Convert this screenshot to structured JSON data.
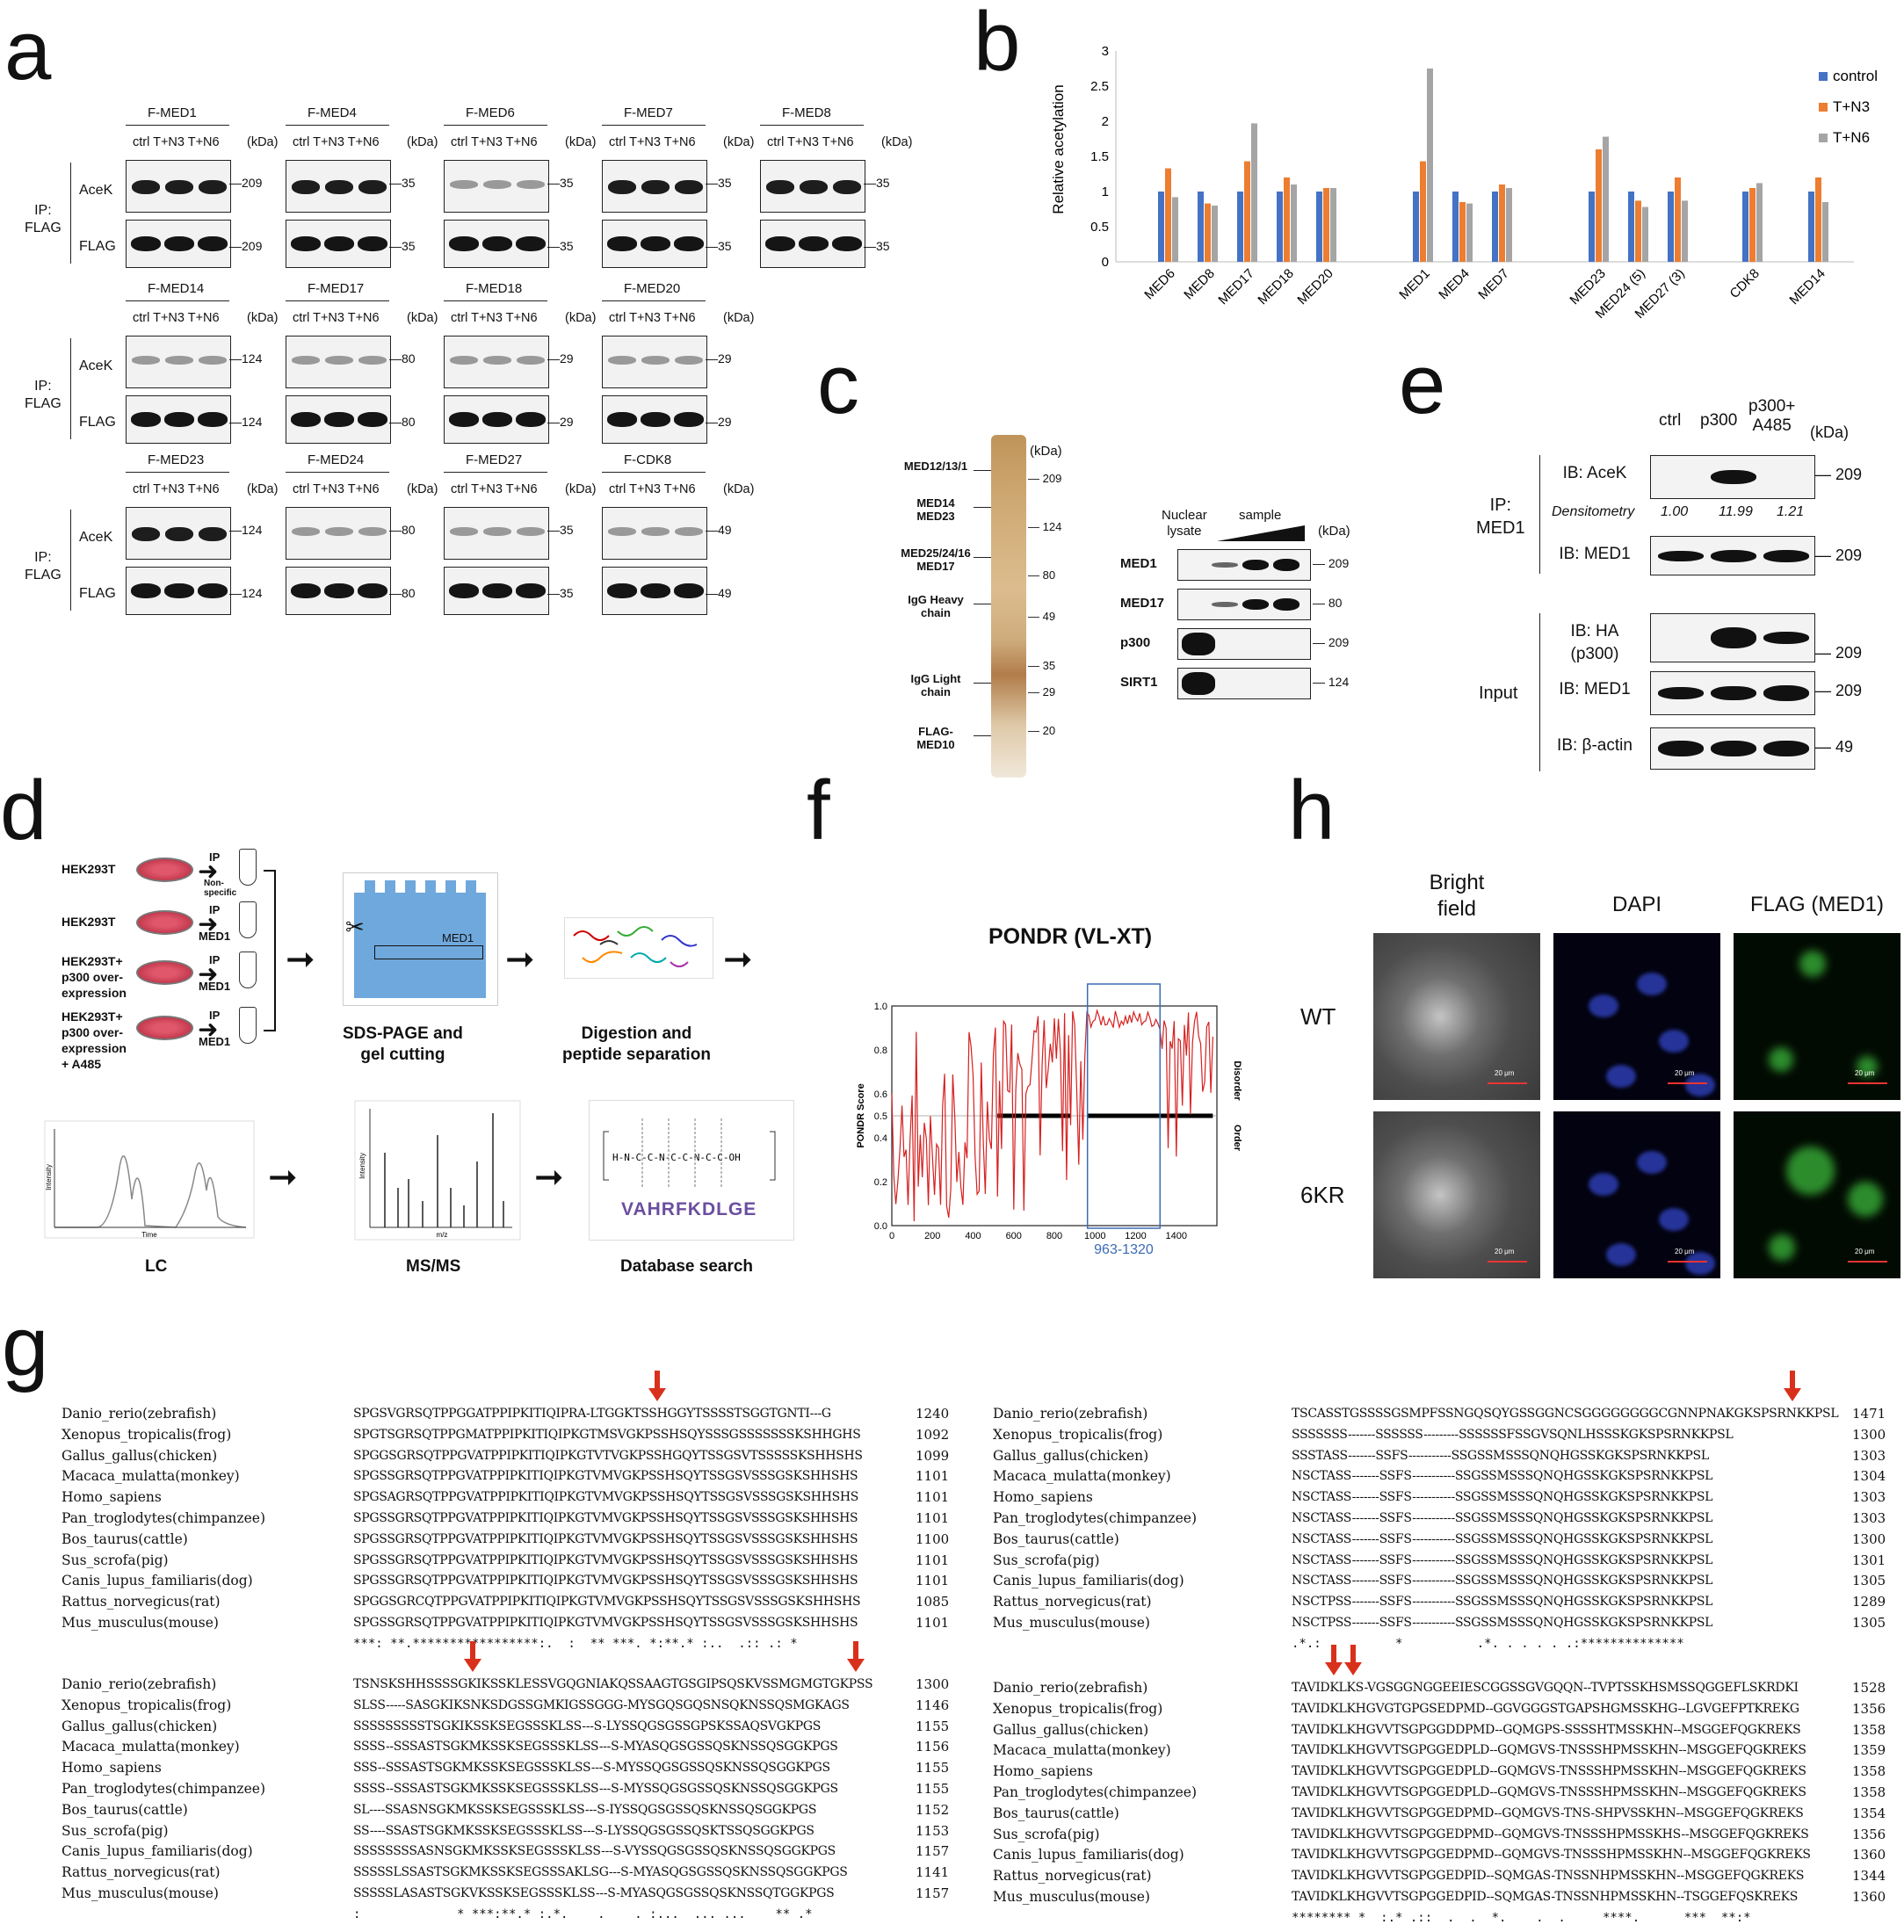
{
  "panels": {
    "a": "a",
    "b": "b",
    "c": "c",
    "d": "d",
    "e": "e",
    "f": "f",
    "g": "g",
    "h": "h"
  },
  "panel_a": {
    "lane_labels": "ctrl T+N3 T+N6",
    "kda": "(kDa)",
    "ip_label": "IP:\nFLAG",
    "row_labels": {
      "acek": "AceK",
      "flag": "FLAG"
    },
    "row1": [
      {
        "title": "F-MED1",
        "m1": "209",
        "m2": "209"
      },
      {
        "title": "F-MED4",
        "m1": "35",
        "m2": "35"
      },
      {
        "title": "F-MED6",
        "m1": "35",
        "m2": "35"
      },
      {
        "title": "F-MED7",
        "m1": "35",
        "m2": "35"
      },
      {
        "title": "F-MED8",
        "m1": "35",
        "m2": "35"
      }
    ],
    "row2": [
      {
        "title": "F-MED14",
        "m1": "124",
        "m2": "124"
      },
      {
        "title": "F-MED17",
        "m1": "80",
        "m2": "80"
      },
      {
        "title": "F-MED18",
        "m1": "29",
        "m2": "29"
      },
      {
        "title": "F-MED20",
        "m1": "29",
        "m2": "29"
      }
    ],
    "row3": [
      {
        "title": "F-MED23",
        "m1": "124",
        "m2": "124"
      },
      {
        "title": "F-MED24",
        "m1": "80",
        "m2": "80"
      },
      {
        "title": "F-MED27",
        "m1": "35",
        "m2": "35"
      },
      {
        "title": "F-CDK8",
        "m1": "49",
        "m2": "49"
      }
    ]
  },
  "chart_data": {
    "type": "bar",
    "categories": [
      "MED6",
      "MED8",
      "MED17",
      "MED18",
      "MED20",
      "MED1",
      "MED4",
      "MED7",
      "MED23",
      "MED24 (5)",
      "MED27 (3)",
      "CDK8",
      "MED14"
    ],
    "series": [
      {
        "name": "control",
        "color": "#4472c4",
        "values": [
          1,
          1,
          1,
          1,
          1,
          1,
          1,
          1,
          1,
          1,
          1,
          1,
          1
        ]
      },
      {
        "name": "T+N3",
        "color": "#ed7d31",
        "values": [
          1.33,
          0.83,
          1.43,
          1.2,
          1.05,
          1.43,
          0.85,
          1.1,
          1.6,
          0.87,
          1.2,
          1.05,
          1.2
        ]
      },
      {
        "name": "T+N6",
        "color": "#a5a5a5",
        "values": [
          0.92,
          0.8,
          1.97,
          1.1,
          1.05,
          2.75,
          0.83,
          1.05,
          1.78,
          0.78,
          0.87,
          1.12,
          0.85
        ]
      }
    ],
    "ylabel": "Relative acetylation",
    "ylim": [
      0,
      3
    ],
    "yticks": [
      "0",
      "0.5",
      "1",
      "1.5",
      "2",
      "2.5",
      "3"
    ],
    "legend_position": "right"
  },
  "panel_c": {
    "kda": "(kDa)",
    "left_labels": [
      "MED12/13/1",
      "MED14\nMED23",
      "MED25/24/16\nMED17",
      "IgG Heavy\nchain",
      "IgG Light\nchain",
      "FLAG-\nMED10"
    ],
    "markers": [
      "209",
      "124",
      "80",
      "49",
      "35",
      "29",
      "20"
    ],
    "wb_header": {
      "nuclear": "Nuclear\nlysate",
      "sample": "sample",
      "kda": "(kDa)"
    },
    "wb_rows": [
      {
        "label": "MED1",
        "marker": "209"
      },
      {
        "label": "MED17",
        "marker": "80"
      },
      {
        "label": "p300",
        "marker": "209"
      },
      {
        "label": "SIRT1",
        "marker": "124"
      }
    ]
  },
  "panel_e": {
    "lanes": [
      "ctrl",
      "p300",
      "p300+\nA485"
    ],
    "kda": "(kDa)",
    "ip": "IP:\nMED1",
    "input": "Input",
    "rows": [
      {
        "label": "IB: AceK",
        "marker": "209"
      },
      {
        "label": "IB: MED1",
        "marker": "209"
      },
      {
        "label": "IB: HA\n(p300)",
        "marker": "209"
      },
      {
        "label": "IB: MED1",
        "marker": "209"
      },
      {
        "label": "IB: β-actin",
        "marker": "49"
      }
    ],
    "densitometry_label": "Densitometry",
    "densitometry": [
      "1.00",
      "11.99",
      "1.21"
    ]
  },
  "panel_d": {
    "cells": [
      "HEK293T",
      "HEK293T",
      "HEK293T+\np300 over-\nexpression",
      "HEK293T+\np300 over-\nexpression\n+ A485"
    ],
    "ip": [
      "IP",
      "IP",
      "IP",
      "IP"
    ],
    "ip_sub": [
      "Non-\nspecific",
      "MED1",
      "MED1",
      "MED1"
    ],
    "gel_label": "MED1",
    "steps": [
      "SDS-PAGE and\ngel cutting",
      "Digestion and\npeptide separation",
      "LC",
      "MS/MS",
      "Database search"
    ],
    "lc_axis": {
      "y": "Intensity",
      "x": "Time"
    },
    "ms_axis": {
      "y": "Intensity",
      "x": "m/z"
    },
    "peptide": "VAHRFKDLGE"
  },
  "panel_f": {
    "title": "PONDR (VL-XT)",
    "ylabel": "PONDR Score",
    "yticks": [
      "0.0",
      "0.2",
      "0.4",
      "0.5",
      "0.6",
      "0.8",
      "1.0"
    ],
    "xticks": [
      "0",
      "200",
      "400",
      "600",
      "800",
      "1000",
      "1200",
      "1400"
    ],
    "right_labels": [
      "Disorder",
      "Order"
    ],
    "box_label": "963-1320"
  },
  "panel_h": {
    "cols": [
      "Bright\nfield",
      "DAPI",
      "FLAG (MED1)"
    ],
    "rows": [
      "WT",
      "6KR"
    ],
    "scale": "20 μm"
  },
  "panel_g": {
    "species": [
      "Danio_rerio(zebrafish)",
      "Xenopus_tropicalis(frog)",
      "Gallus_gallus(chicken)",
      "Macaca_mulatta(monkey)",
      "Homo_sapiens",
      "Pan_troglodytes(chimpanzee)",
      "Bos_taurus(cattle)",
      "Sus_scrofa(pig)",
      "Canis_lupus_familiaris(dog)",
      "Rattus_norvegicus(rat)",
      "Mus_musculus(mouse)"
    ],
    "block1": {
      "seqs": [
        "SPGSVGRSQTPPGGATPPIPKITIQIPRA-LTGGKTSSHGGYTSSSSTSGGTGNTI---G",
        "SPGTSGRSQTPPGMATPPIPKITIQIPKGTMSVGKPSSHSQYSSSGSSSSSSSKSHHGHS",
        "SPGGSGRSQTPPGVATPPIPKITIQIPKGTVTVGKPSSHGQYTSSGSVTSSSSSKSHHSHS",
        "SPGSSGRSQTPPGVATPPIPKITIQIPKGTVMVGKPSSHSQYTSSGSVSSSGSKSHHSHS",
        "SPGSAGRSQTPPGVATPPIPKITIQIPKGTVMVGKPSSHSQYTSSGSVSSSGSKSHHSHS",
        "SPGSSGRSQTPPGVATPPIPKITIQIPKGTVMVGKPSSHSQYTSSGSVSSSGSKSHHSHS",
        "SPGSSGRSQTPPGVATPPIPKITIQIPKGTVMVGKPSSHSQYTSSGSVSSSGSKSHHSHS",
        "SPGSSGRSQTPPGVATPPIPKITIQIPKGTVMVGKPSSHSQYTSSGSVSSSGSKSHHSHS",
        "SPGSSGRSQTPPGVATPPIPKITIQIPKGTVMVGKPSSHSQYTSSGSVSSSGSKSHHSHS",
        "SPGGSGRCQTPPGVATPPIPKITIQIPKGTVMVGKPSSHSQYTSSGSVSSSGSKSHHSHS",
        "SPGSSGRSQTPPGVATPPIPKITIQIPKGTVMVGKPSSHSQYTSSGSVSSSGSKSHHSHS"
      ],
      "nums": [
        "1240",
        "1092",
        "1099",
        "1101",
        "1101",
        "1101",
        "1100",
        "1101",
        "1101",
        "1085",
        "1101"
      ],
      "cons": "***: **.*****************:.  :  ** ***. *:**.* :..  .:: .: *"
    },
    "block2": {
      "seqs": [
        "TSCASSTGSSSSGSMPFSSNGQSQYGSSGGNCSGGGGGGGGCGNNPNAKGKSPSRNKKPSL",
        "SSSSSSS-------SSSSSS---------SSSSSSFSSGVSQNLHSSSKGKSPSRNKKPSL",
        "SSSTASS-------SSFS-----------SSGSSMSSSQNQHGSSKGKSPSRNKKPSL",
        "NSCTASS-------SSFS-----------SSGSSMSSSQNQHGSSKGKSPSRNKKPSL",
        "NSCTASS-------SSFS-----------SSGSSMSSSQNQHGSSKGKSPSRNKKPSL",
        "NSCTASS-------SSFS-----------SSGSSMSSSQNQHGSSKGKSPSRNKKPSL",
        "NSCTASS-------SSFS-----------SSGSSMSSSQNQHGSSKGKSPSRNKKPSL",
        "NSCTASS-------SSFS-----------SSGSSMSSSQNQHGSSKGKSPSRNKKPSL",
        "NSCTASS-------SSFS-----------SSGSSMSSSQNQHGSSKGKSPSRNKKPSL",
        "NSCTPSS-------SSFS-----------SSGSSMSSSQNQHGSSKGKSPSRNKKPSL",
        "NSCTPSS-------SSFS-----------SSGSSMSSSQNQHGSSKGKSPSRNKKPSL"
      ],
      "nums": [
        "1471",
        "1300",
        "1303",
        "1304",
        "1303",
        "1303",
        "1300",
        "1301",
        "1305",
        "1289",
        "1305"
      ],
      "cons": ".*.:          *          .*. . . . . .:**************"
    },
    "block3": {
      "seqs": [
        "TSNSKSHHSSSSGKIKSSKLESSVGQGNIAKQSSAAGTGSGIPSQSKVSSMGMGTGKPSS",
        "SLSS-----SASGKIKSNKSDGSSGMKIGSSGGG-MYSGQSGQSNSQKNSSQSMGKAGS",
        "SSSSSSSSSTSGKIKSSKSEGSSSKLSS---S-LYSSQGSGSSGPSKSSAQSVGKPGS",
        "SSSS--SSSASTSGKMKSSKSEGSSSKLSS---S-MYASQGSGSSQSKNSSQSGGKPGS",
        "SSS--SSSASTSGKMKSSKSEGSSSKLSS---S-MYSSQGSGSSQSKNSSQSGGKPGS",
        "SSSS--SSSASTSGKMKSSKSEGSSSKLSS---S-MYSSQGSGSSQSKNSSQSGGKPGS",
        "SL----SSASNSGKMKSSKSEGSSSKLSS---S-IYSSQGSGSSQSKNSSQSGGKPGS",
        "SS----SSASTSGKMKSSKSEGSSSKLSS---S-LYSSQGSGSSQSKTSSQSGGKPGS",
        "SSSSSSSSASNSGKMKSSKSEGSSSKLSS---S-VYSSQGSGSSQSKNSSQSGGKPGS",
        "SSSSSLSSASTSGKMKSSKSEGSSSAKLSG---S-MYASQGSGSSQSKNSSQSGGKPGS",
        "SSSSSLASASTSGKVKSSKSEGSSSKLSS---S-MYASQGSGSSQSKNSSQTGGKPGS"
      ],
      "nums": [
        "1300",
        "1146",
        "1155",
        "1156",
        "1155",
        "1155",
        "1152",
        "1153",
        "1157",
        "1141",
        "1157"
      ],
      "cons": ":             * ***:**.* :.*.    .    . :...  ... ...    ** .*"
    },
    "block4": {
      "seqs": [
        "TAVIDKLKS-VGSGGNGGEEIESCGGSSGVGQQN--TVPTSSKHSMSSQGGEFLSKRDKI",
        "TAVIDKLKHGVGTGPGSEDPMD--GGVGGGSTGAPSHGMSSKHG--LGVGEFPTKREKG",
        "TAVIDKLKHGVVTSGPGGDDPMD--GQMGPS-SSSSHTMSSKHN--MSGGEFQGKREKS",
        "TAVIDKLKHGVVTSGPGGEDPLD--GQMGVS-TNSSSHPMSSKHN--MSGGEFQGKREKS",
        "TAVIDKLKHGVVTSGPGGEDPLD--GQMGVS-TNSSSHPMSSKHN--MSGGEFQGKREKS",
        "TAVIDKLKHGVVTSGPGGEDPLD--GQMGVS-TNSSSHPMSSKHN--MSGGEFQGKREKS",
        "TAVIDKLKHGVVTSGPGGEDPMD--GQMGVS-TNS-SHPVSSKHN--MSGGEFQGKREKS",
        "TAVIDKLKHGVVTSGPGGEDPMD--GQMGVS-TNSSSHPMSSKHS--MSGGEFQGKREKS",
        "TAVIDKLKHGVVTSGPGGEDPMD--GQMGVS-TNSSSHPMSSKHN--MSGGEFQGKREKS",
        "TAVIDKLKHGVVTSGPGGEDPID--SQMGAS-TNSSNHPMSSKHN--MSGGEFQGKREKS",
        "TAVIDKLKHGVVTSGPGGEDPID--SQMGAS-TNSSNHPMSSKHN--TSGGEFQSKREKS"
      ],
      "nums": [
        "1528",
        "1356",
        "1358",
        "1359",
        "1358",
        "1358",
        "1354",
        "1356",
        "1360",
        "1344",
        "1360"
      ],
      "cons": "******** *  :.* .::  .  .  *.    .  .     ****.      ***  **:*"
    }
  }
}
